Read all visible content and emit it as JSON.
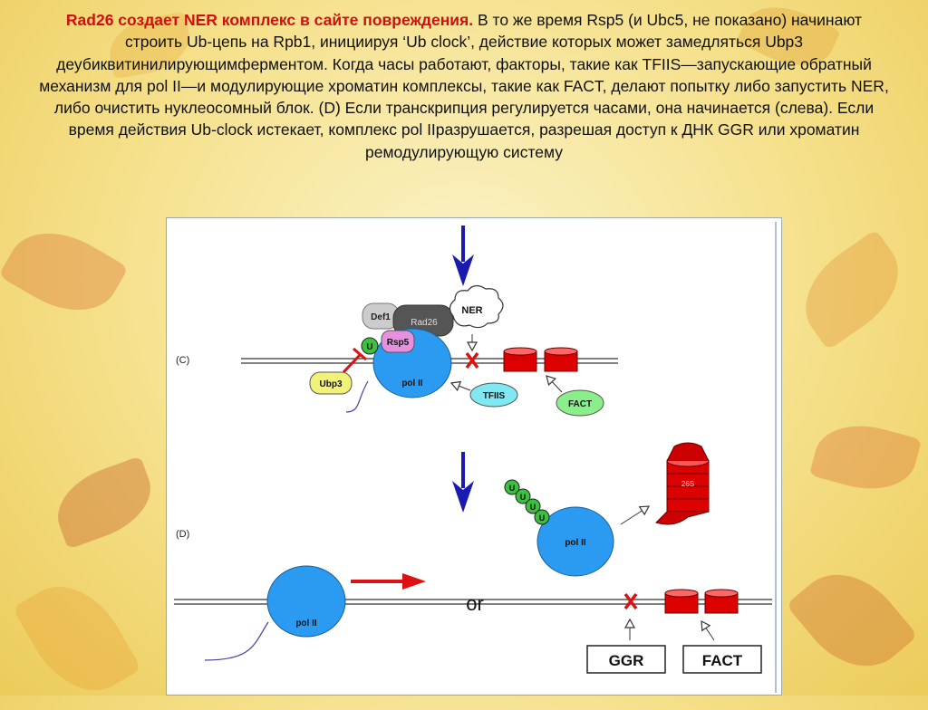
{
  "caption": {
    "highlight": "Rad26 создает NER комплекс в сайте повреждения.",
    "rest": " В то же время Rsp5 (и Ubc5, не показано) начинают строить Ub-цепь на Rpb1, инициируя ‘Ub clock’, действие которых может замедляться Ubp3 деубиквитинилирующимферментом. Когда часы работают, факторы, такие как TFIIS—запускающие обратный механизм для pol II—и модулирующие хроматин комплексы, такие как FACT, делают попытку либо запустить NER, либо очистить нуклеосомный блок. (D) Если транскрипция регулируется часами, она начинается (слева). Если время действия Ub-clock истекает, комплекс pol IIразрушается, разрешая доступ к ДНК GGR или хроматин ремодулирующую систему"
  },
  "diagram": {
    "panel_c_label": "(C)",
    "panel_d_label": "(D)",
    "def1": "Def1",
    "rad26": "Rad26",
    "ner": "NER",
    "u": "U",
    "rsp5": "Rsp5",
    "ubp3": "Ubp3",
    "pol2": "pol II",
    "tfiis": "TFIIS",
    "fact": "FACT",
    "proteasome": "26S",
    "or": "or",
    "ggr": "GGR",
    "fact_box": "FACT"
  },
  "colors": {
    "caption_highlight": "#d01010",
    "pol2": "#2a9bf0",
    "arrow_blue": "#1a1ab0",
    "nucleosome": "#dd0000",
    "ub": "#3cc040",
    "rsp5": "#e690e0",
    "ubp3": "#f2f27a",
    "tfiis": "#7fe8f0",
    "fact": "#8aef8a",
    "ner_cloud": "#ffffff"
  }
}
